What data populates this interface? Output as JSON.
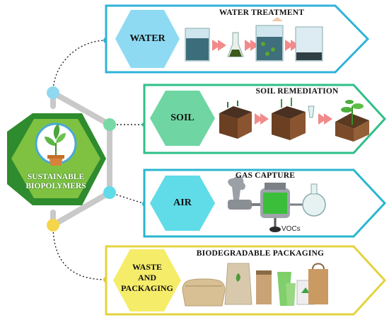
{
  "central": {
    "line1": "SUSTAINABLE",
    "line2": "BIOPOLYMERS"
  },
  "sections": [
    {
      "key": "water",
      "hex_label": "WATER",
      "title": "WATER TREATMENT",
      "color": "#6fd3ee",
      "border": "#2fb3d8"
    },
    {
      "key": "soil",
      "hex_label": "SOIL",
      "title": "SOIL REMEDIATION",
      "color": "#6fd6a3",
      "border": "#2fbf87"
    },
    {
      "key": "air",
      "hex_label": "AIR",
      "title": "GAS CAPTURE",
      "color": "#5fdce8",
      "border": "#2ab6cf"
    },
    {
      "key": "waste",
      "hex_label_line1": "WASTE",
      "hex_label_line2": "AND",
      "hex_label_line3": "PACKAGING",
      "title": "BIODEGRADABLE PACKAGING",
      "color": "#f4ea64",
      "border": "#d9c937"
    }
  ],
  "air_annotation": "VOCs",
  "colors": {
    "central_fill": "#7fc241",
    "central_border": "#2e8b2e",
    "connector_gray": "#c8c8c8"
  }
}
